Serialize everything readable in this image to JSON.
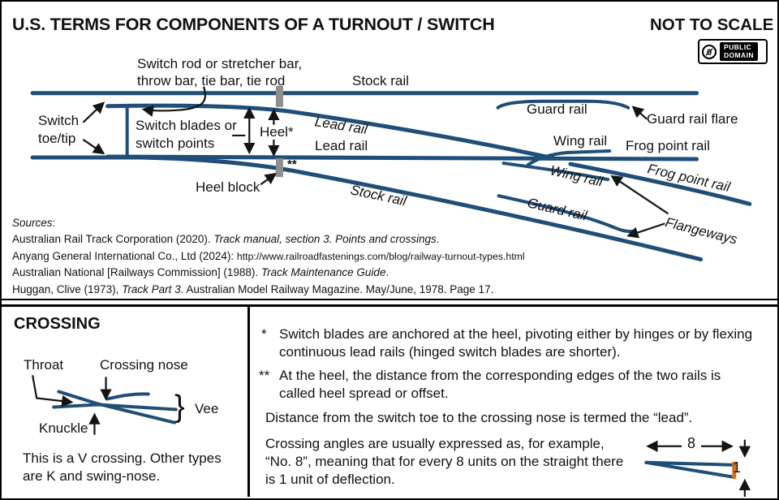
{
  "header": {
    "title": "U.S. TERMS FOR COMPONENTS OF A TURNOUT / SWITCH",
    "scale_note": "NOT TO SCALE",
    "badge": {
      "icon": "cc-zero-icon",
      "icon_digit": "0",
      "line1": "PUBLIC",
      "line2": "DOMAIN"
    }
  },
  "diagram": {
    "labels": {
      "switch_rod": "Switch rod or stretcher bar,\nthrow bar, tie bar, tie rod",
      "stock_rail_top": "Stock rail",
      "switch_toe": "Switch\ntoe/tip",
      "switch_blades": "Switch blades or\nswitch points",
      "heel": "Heel*",
      "heel_block": "Heel block",
      "lead_rail_diverging": "Lead rail",
      "lead_rail_straight": "Lead rail",
      "stock_rail_diverging": "Stock rail",
      "guard_rail_top": "Guard rail",
      "guard_rail_flare": "Guard rail flare",
      "wing_rail_top": "Wing rail",
      "frog_point_rail_top": "Frog point rail",
      "wing_rail_bottom": "Wing rail",
      "frog_point_rail_bottom": "Frog point rail",
      "guard_rail_bottom": "Guard rail",
      "flangeways": "Flangeways",
      "heel_spread_marker": "**"
    }
  },
  "sources": {
    "heading_italic": "Sources",
    "heading_rest": ":",
    "lines": [
      {
        "a": "Australian Rail Track Corporation (2020). ",
        "b": "Track manual, section 3. Points and crossings",
        "c": "."
      },
      {
        "a": "Anyang General International Co., Ltd (2024): ",
        "url": "http://www.railroadfastenings.com/blog/railway-turnout-types.html"
      },
      {
        "a": "Australian National [Railways Commission] (1988). ",
        "b": "Track Maintenance Guide",
        "c": "."
      },
      {
        "a": "Huggan, Clive (1973), ",
        "b": "Track Part 3",
        "c": ". Australian Model Railway Magazine. May/June, 1978. Page 17."
      }
    ]
  },
  "crossing": {
    "title": "CROSSING",
    "throat": "Throat",
    "nose": "Crossing nose",
    "knuckle": "Knuckle",
    "brace": "}",
    "vee": "Vee",
    "caption": "This is a V crossing. Other types are K and swing-nose."
  },
  "notes": [
    {
      "marker": "*",
      "text": "Switch blades are anchored at the heel, pivoting either by hinges or by flexing continuous lead rails (hinged switch blades are shorter)."
    },
    {
      "marker": "**",
      "text": "At the heel, the distance from the corresponding edges of the two rails is called heel spread or offset."
    },
    {
      "marker": "",
      "text": "Distance from the switch toe to the crossing nose is termed the “lead”."
    },
    {
      "marker": "",
      "text": "Crossing angles are usually expressed as, for example, “No. 8”, meaning that for every 8 units on the straight there is 1 unit of deflection."
    }
  ],
  "angle_example": {
    "straight_units": "8",
    "deflection_units": "1"
  },
  "colors": {
    "rail": "#1f4e79",
    "heel_block": "#8f8f8f",
    "deflection": "#e36c0a"
  }
}
